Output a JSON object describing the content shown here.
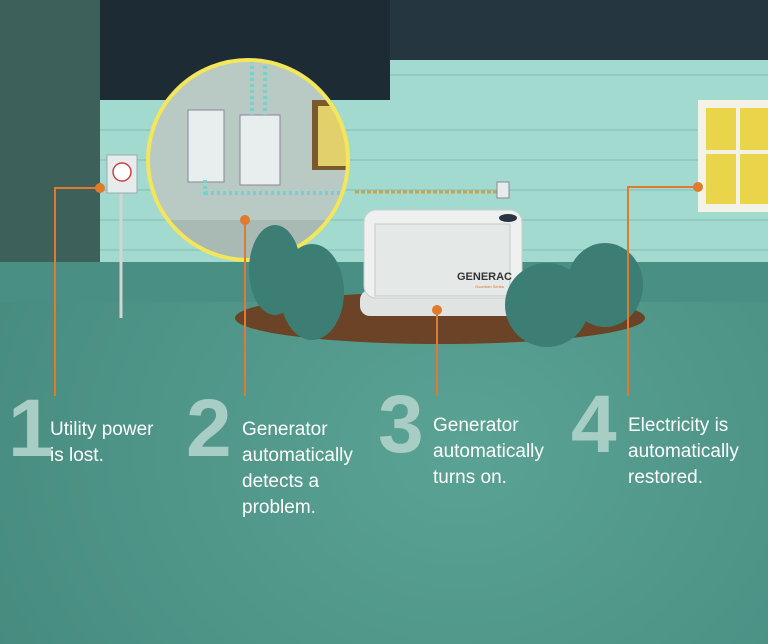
{
  "generator": {
    "brand": "GENERAC",
    "series": "Guardian Series"
  },
  "steps": [
    {
      "number": "1",
      "label": "Utility power\nis lost."
    },
    {
      "number": "2",
      "label": "Generator\nautomatically\ndetects a\nproblem."
    },
    {
      "number": "3",
      "label": "Generator\nautomatically\nturns on."
    },
    {
      "number": "4",
      "label": "Electricity is\nautomatically\nrestored."
    }
  ],
  "colors": {
    "ground": "#4f978a",
    "siding": "#a2dad0",
    "roof": "#1d2b34",
    "accent": "#e07a2e",
    "highlight": "#f3e65a"
  }
}
